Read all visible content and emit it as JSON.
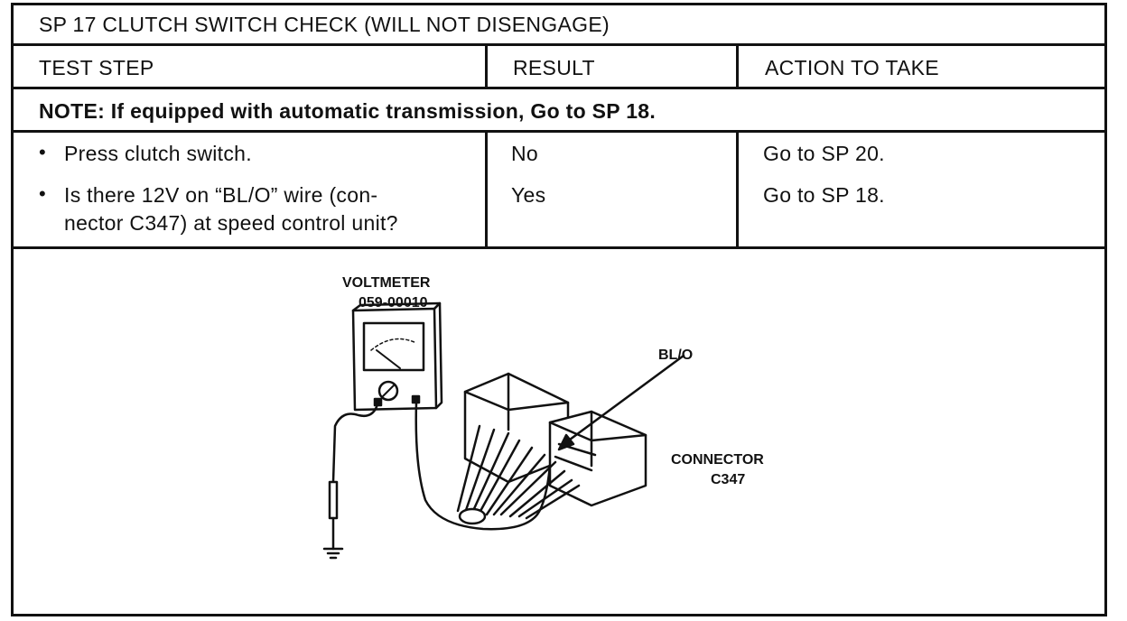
{
  "title": "SP 17 CLUTCH SWITCH CHECK (WILL NOT DISENGAGE)",
  "headers": {
    "test_step": "TEST STEP",
    "result": "RESULT",
    "action": "ACTION TO TAKE"
  },
  "note": "NOTE: If equipped with automatic transmission, Go to SP 18.",
  "steps": [
    {
      "text": "Press clutch switch."
    },
    {
      "text_line1": "Is there 12V on “BL/O” wire (con-",
      "text_line2": "nector C347) at speed control unit?"
    }
  ],
  "results": [
    "No",
    "Yes"
  ],
  "actions": [
    "Go to SP 20.",
    "Go to SP 18."
  ],
  "figure": {
    "voltmeter_label": "VOLTMETER",
    "voltmeter_part": "059-00010",
    "wire_label": "BL/O",
    "connector_label": "CONNECTOR",
    "connector_id": "C347"
  }
}
